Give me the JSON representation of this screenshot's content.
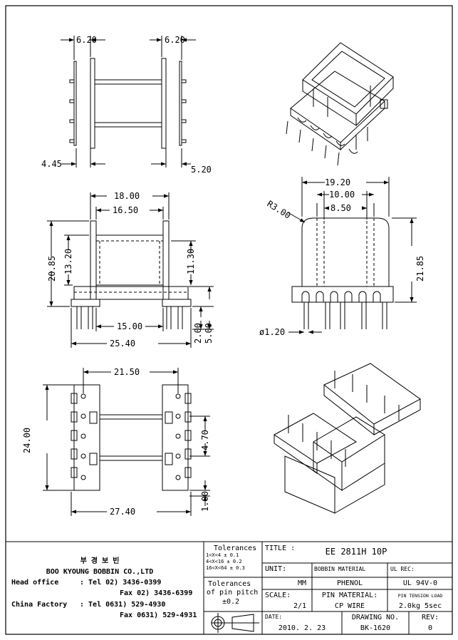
{
  "views": {
    "side": {
      "dim_top_left": "6.20",
      "dim_top_right": "6.20",
      "dim_bottom_left": "4.45",
      "dim_bottom_right": "5.20"
    },
    "front": {
      "dim_18": "18.00",
      "dim_16_50": "16.50",
      "dim_20_85": "20.85",
      "dim_13_20": "13.20",
      "dim_11_30": "11.30",
      "dim_15": "15.00",
      "dim_25_40": "25.40",
      "dim_2": "2.00",
      "dim_5": "5.00"
    },
    "end": {
      "dim_19_20": "19.20",
      "dim_10": "10.00",
      "dim_8_50": "8.50",
      "dim_r3": "R3.00",
      "dim_21_85": "21.85",
      "dim_pin": "ø1.20"
    },
    "bottom": {
      "dim_21_50": "21.50",
      "dim_24": "24.00",
      "dim_4_70": "4.70",
      "dim_27_40": "27.40",
      "dim_1": "1.00"
    }
  },
  "title_block": {
    "company_kr": "부 경 보 빈",
    "company_en": "BOO KYOUNG BOBBIN CO.,LTD",
    "head_office_label": "Head office",
    "head_tel": ": Tel  02) 3436-0399",
    "head_fax": "Fax  02) 3436-6399",
    "china_label": "China Factory",
    "china_tel": ": Tel 0631) 529-4930",
    "china_fax": "Fax 0631) 529-4931",
    "tol_title": "Tolerances",
    "tol_1": "1<X<4   ± 0.1",
    "tol_2": "4<X<16  ± 0.2",
    "tol_3": "16<X<64 ± 0.3",
    "tol_pin_1": "Tolerances",
    "tol_pin_2": "of pin pitch",
    "tol_pin_3": "±0.2",
    "title_label": "TITLE :",
    "title_value": "EE 2811H 10P",
    "unit_label": "UNIT:",
    "unit_value": "MM",
    "bobbin_label": "BOBBIN MATERIAL",
    "bobbin_value": "PHENOL",
    "ul_label": "UL REC:",
    "ul_value": "UL 94V-0",
    "scale_label": "SCALE:",
    "scale_value": "2/1",
    "pin_label": "PIN MATERIAL:",
    "pin_value": "CP WIRE",
    "tension_label": "PIN TENSION LOAD",
    "tension_value": "2.0kg 5sec",
    "date_label": "DATE:",
    "date_value": "2010. 2. 23",
    "drawing_label": "DRAWING NO.",
    "drawing_value": "BK-1620",
    "rev_label": "REV:",
    "rev_value": "0"
  }
}
